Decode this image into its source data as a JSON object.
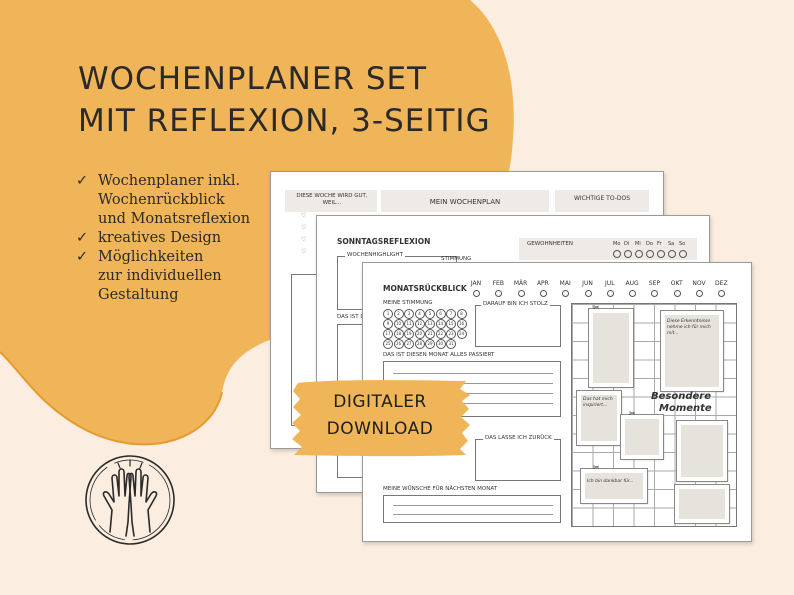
{
  "heading": {
    "line1": "WOCHENPLANER SET",
    "line2": "MIT REFLEXION, 3-SEITIG"
  },
  "features": [
    {
      "check": "✓",
      "text": "Wochenplaner inkl.\nWochenrückblick\nund Monatsreflexion"
    },
    {
      "check": "✓",
      "text": "kreatives Design"
    },
    {
      "check": "✓",
      "text": "Möglichkeiten\nzur individuellen\nGestaltung"
    }
  ],
  "badge": {
    "line1": "DIGITALER",
    "line2": "DOWNLOAD"
  },
  "colors": {
    "accent": "#f0b558",
    "background": "#fbeee0",
    "ink": "#2a2a2a"
  },
  "icons": {
    "logo": "high-five-hands-icon",
    "check": "check-icon"
  },
  "sheet_week": {
    "col1_header": "DIESE WOCHE WIRD GUT, WEIL...",
    "col2_header": "MEIN WOCHENPLAN",
    "col3_header": "WICHTIGE TO-DOS"
  },
  "sheet_sunday": {
    "title": "SONNTAGSREFLEXION",
    "highlight": "WOCHENHIGHLIGHT",
    "mood": "STIMMUNG",
    "that_was": "DAS IST D",
    "habits": "GEWOHNHEITEN",
    "days": [
      "Mo",
      "Di",
      "Mi",
      "Do",
      "Fr",
      "Sa",
      "So"
    ]
  },
  "sheet_month": {
    "title": "MONATSRÜCKBLICK",
    "months": [
      "JAN",
      "FEB",
      "MÄR",
      "APR",
      "MAI",
      "JUN",
      "JUL",
      "AUG",
      "SEP",
      "OKT",
      "NOV",
      "DEZ"
    ],
    "mood": "MEINE STIMMUNG",
    "mood_numbers": [
      "1",
      "2",
      "3",
      "4",
      "5",
      "6",
      "7",
      "8",
      "9",
      "10",
      "11",
      "12",
      "13",
      "14",
      "15",
      "16",
      "17",
      "18",
      "19",
      "20",
      "21",
      "22",
      "23",
      "24",
      "25",
      "26",
      "27",
      "28",
      "29",
      "30",
      "31"
    ],
    "proud": "DARAUF BIN ICH STOLZ",
    "happened": "DAS IST DIESEN MONAT ALLES PASSIERT",
    "let_go": "DAS LASSE ICH ZURÜCK",
    "wishes": "MEINE WÜNSCHE FÜR NÄCHSTEN MONAT",
    "special_line1": "Besondere",
    "special_line2": "Momente",
    "note1": "Diese Erkenntnisse nehme ich für mich mit...",
    "note2": "Das hat mich inspiriert...",
    "note3": "Ich bin dankbar für..."
  }
}
